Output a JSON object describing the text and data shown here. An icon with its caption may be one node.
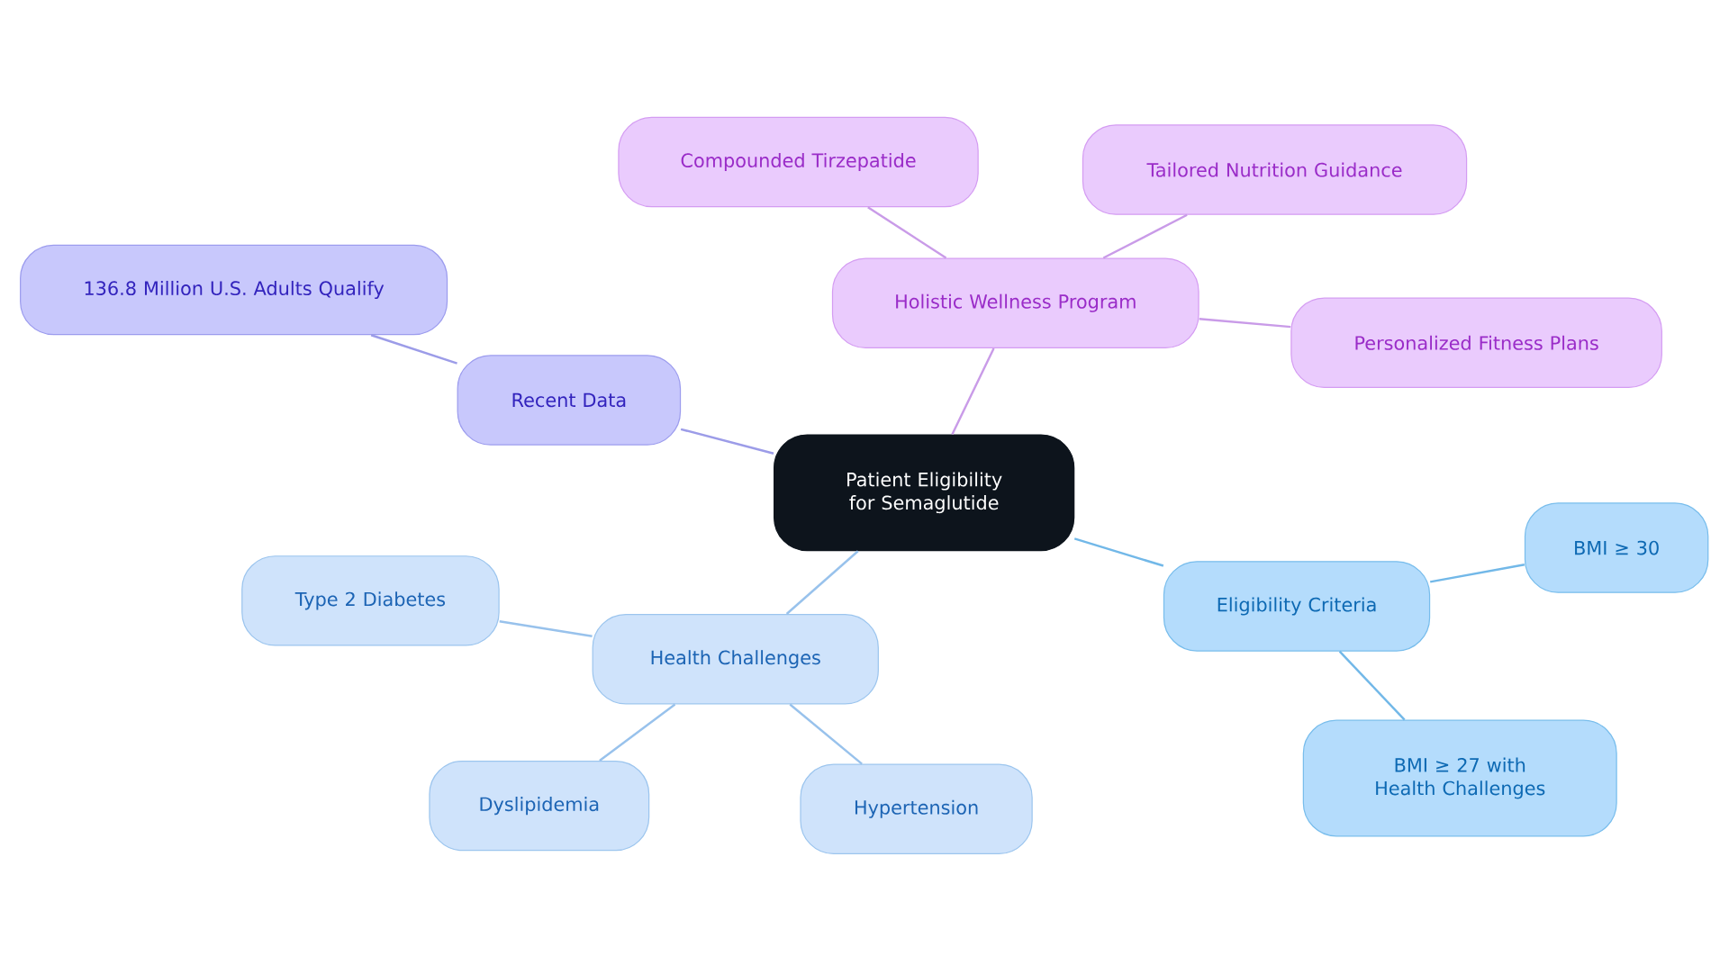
{
  "diagram": {
    "nodes": [
      {
        "text": [
          "Patient Eligibility for Semaglutide"
        ]
      },
      {
        "text": [
          "Holistic Wellness Program"
        ]
      },
      {
        "text": [
          "Compounded Tirzepatide"
        ]
      },
      {
        "text": [
          "Tailored Nutrition Guidance"
        ]
      },
      {
        "text": [
          "Personalized Fitness Plans"
        ]
      },
      {
        "text": [
          "Recent Data"
        ]
      },
      {
        "text": [
          "136.8 Million U.S. Adults Qualify"
        ]
      },
      {
        "text": [
          "Eligibility Criteria"
        ]
      },
      {
        "text": [
          "BMI ≥ 30"
        ]
      },
      {
        "text": [
          "BMI ≥ 27 with Health Challenges"
        ]
      },
      {
        "text": [
          "Health Challenges"
        ]
      },
      {
        "text": [
          "Type 2 Diabetes"
        ]
      },
      {
        "text": [
          "Dyslipidemia"
        ]
      },
      {
        "text": [
          "Hypertension"
        ]
      }
    ],
    "edges": [
      {
        "from": 0,
        "to": 1,
        "arrow": "none",
        "color": "#c99be8"
      },
      {
        "from": 1,
        "to": 2,
        "arrow": "none",
        "color": "#c99be8"
      },
      {
        "from": 1,
        "to": 3,
        "arrow": "none",
        "color": "#c99be8"
      },
      {
        "from": 1,
        "to": 4,
        "arrow": "none",
        "color": "#c99be8"
      },
      {
        "from": 0,
        "to": 5,
        "arrow": "none",
        "color": "#9c9ce8"
      },
      {
        "from": 5,
        "to": 6,
        "arrow": "none",
        "color": "#9c9ce8"
      },
      {
        "from": 0,
        "to": 7,
        "arrow": "none",
        "color": "#72b8e8"
      },
      {
        "from": 7,
        "to": 8,
        "arrow": "none",
        "color": "#72b8e8"
      },
      {
        "from": 7,
        "to": 9,
        "arrow": "none",
        "color": "#72b8e8"
      },
      {
        "from": 0,
        "to": 10,
        "arrow": "none",
        "color": "#98c2ec"
      },
      {
        "from": 10,
        "to": 11,
        "arrow": "none",
        "color": "#98c2ec"
      },
      {
        "from": 10,
        "to": 12,
        "arrow": "none",
        "color": "#98c2ec"
      },
      {
        "from": 10,
        "to": 13,
        "arrow": "none",
        "color": "#98c2ec"
      }
    ]
  }
}
